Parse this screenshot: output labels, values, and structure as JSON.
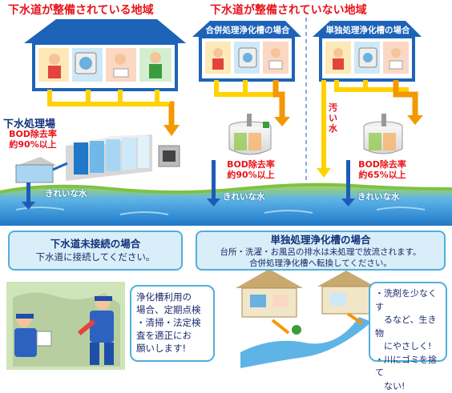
{
  "headings": {
    "sewered": "下水道が整備されている地域",
    "unsewered": "下水道が整備されていない地域"
  },
  "roof_labels": {
    "combined": "合併処理浄化槽の場合",
    "single": "単独処理浄化槽の場合"
  },
  "plant": {
    "name": "下水処理場",
    "bod_line1": "BOD除去率",
    "bod_line2": "約90%以上"
  },
  "combined_tank": {
    "bod_line1": "BOD除去率",
    "bod_line2": "約90%以上"
  },
  "single_tank": {
    "bod_line1": "BOD除去率",
    "bod_line2": "約65%以上",
    "dirty_water": "汚い水"
  },
  "clean_water": "きれいな水",
  "notice_unconnected": {
    "title": "下水道未接続の場合",
    "body": "下水道に接続してください。"
  },
  "notice_single": {
    "title": "単独処理浄化槽の場合",
    "line1": "台所・洗濯・お風呂の排水は未処理で放流されます。",
    "line2": "合併処理浄化槽へ転換してください。"
  },
  "inspection_box": {
    "lines": [
      "浄化槽利用の",
      "場合、定期点検",
      "・清掃・法定検",
      "査を適正にお",
      "願いします!"
    ]
  },
  "river_box": {
    "lines": [
      "・洗剤を少なくす",
      "　るなど、生き物",
      "　にやさしく!",
      "・川にゴミを捨て",
      "　ない!"
    ]
  },
  "colors": {
    "heading_red": "#e8141b",
    "roof_blue": "#1d63b8",
    "river_green": "#8cc63f",
    "river_blue": "#2b8ed8",
    "pipe_orange": "#f39800",
    "pipe_yellow": "#ffd200",
    "arrow_blue": "#1e5bb8",
    "box_border": "#4fb0dc",
    "box_fill": "#d9eef8"
  }
}
